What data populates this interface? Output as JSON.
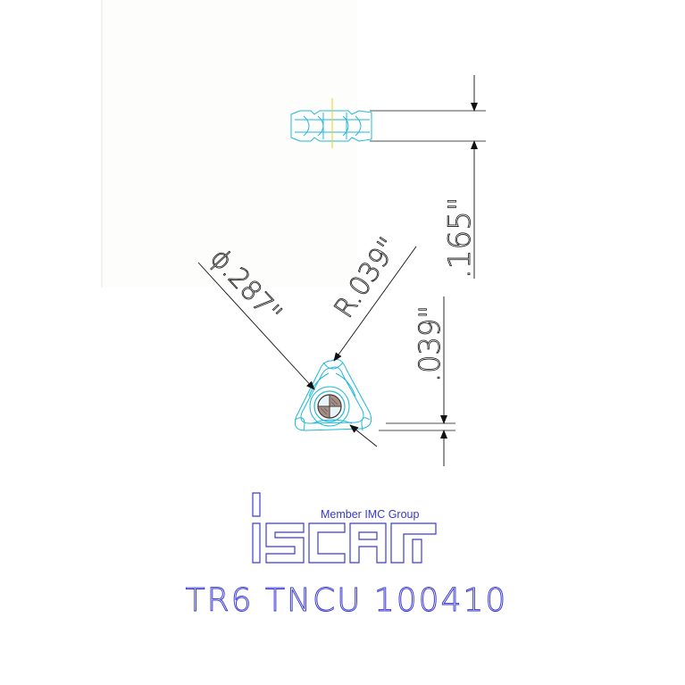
{
  "drawing": {
    "colors": {
      "dimension_line": "#111111",
      "insert_outline": "#22b8d8",
      "brand_blue": "#3b3bd6",
      "center_mark": "#333333"
    },
    "dimensions": {
      "diameter": "ϕ.287\"",
      "radius": "R.039\"",
      "height": ".039\"",
      "thickness": ".165\""
    },
    "logo": {
      "tagline": "Member IMC Group",
      "wordmark": "iscar"
    },
    "part_number": "TR6  TNCU  100410"
  }
}
